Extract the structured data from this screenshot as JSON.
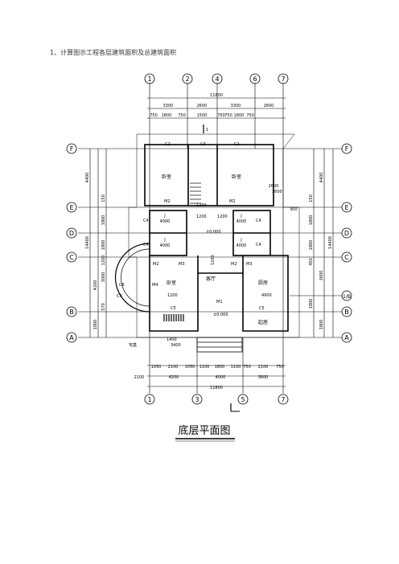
{
  "question": "1、计算图示工程各层建筑面积及总建筑面积",
  "plan": {
    "title": "底层平面图",
    "top_axes": [
      "1",
      "2",
      "4",
      "6",
      "7"
    ],
    "bottom_axes": [
      "1",
      "3",
      "5",
      "7"
    ],
    "left_axes": [
      "F",
      "E",
      "D",
      "C",
      "B",
      "A"
    ],
    "right_axes": [
      "F",
      "E",
      "D",
      "C",
      "1/B",
      "B",
      "A"
    ],
    "top_total": "11800",
    "top_dims_1": [
      "3300",
      "2600",
      "3300",
      "2600"
    ],
    "top_dims_2": [
      "750",
      "1800",
      "750",
      "1500",
      "750",
      "750",
      "1800",
      "750"
    ],
    "bottom_dims_1": [
      "1050",
      "2100",
      "1050",
      "1100",
      "1800",
      "1100",
      "750",
      "2100",
      "750"
    ],
    "bottom_dims_2": [
      "2100",
      "4200",
      "4000",
      "3600"
    ],
    "bottom_total": "11800",
    "left_dims_1": [
      "4400",
      "14400",
      "4200",
      "1800"
    ],
    "left_dims_2": [
      "150",
      "1800",
      "1800",
      "1200",
      "3000",
      "570"
    ],
    "right_dims_1": [
      "4400",
      "14400",
      "3600",
      "1800"
    ],
    "right_dims_2": [
      "150",
      "1800",
      "1800",
      "450",
      "1800"
    ],
    "right_dim_extra": "2600",
    "rooms": [
      "卧室",
      "卧室",
      "卧室",
      "厨房",
      "客厅",
      "起居"
    ],
    "room_j": [
      "J",
      "J",
      "J",
      "J"
    ],
    "room_j_sizes": [
      "4000",
      "4000",
      "4000",
      "4000"
    ],
    "door_labels": [
      "M2",
      "M2",
      "M2",
      "M2",
      "M3",
      "M3",
      "M4",
      "M1"
    ],
    "window_labels": [
      "C2",
      "C3",
      "C2",
      "C4",
      "C4",
      "C4",
      "C4",
      "C5",
      "C5",
      "C6"
    ],
    "stair_dims": [
      "1200",
      "1200"
    ],
    "center_label": "1200",
    "level_1": "±0.000",
    "level_2": "±0.000",
    "porch_label": "宅基",
    "section_mark": "1",
    "misc_labels": [
      "1400",
      "1200",
      "C3",
      "1200",
      "4900",
      "3600",
      "3400",
      "300"
    ]
  }
}
